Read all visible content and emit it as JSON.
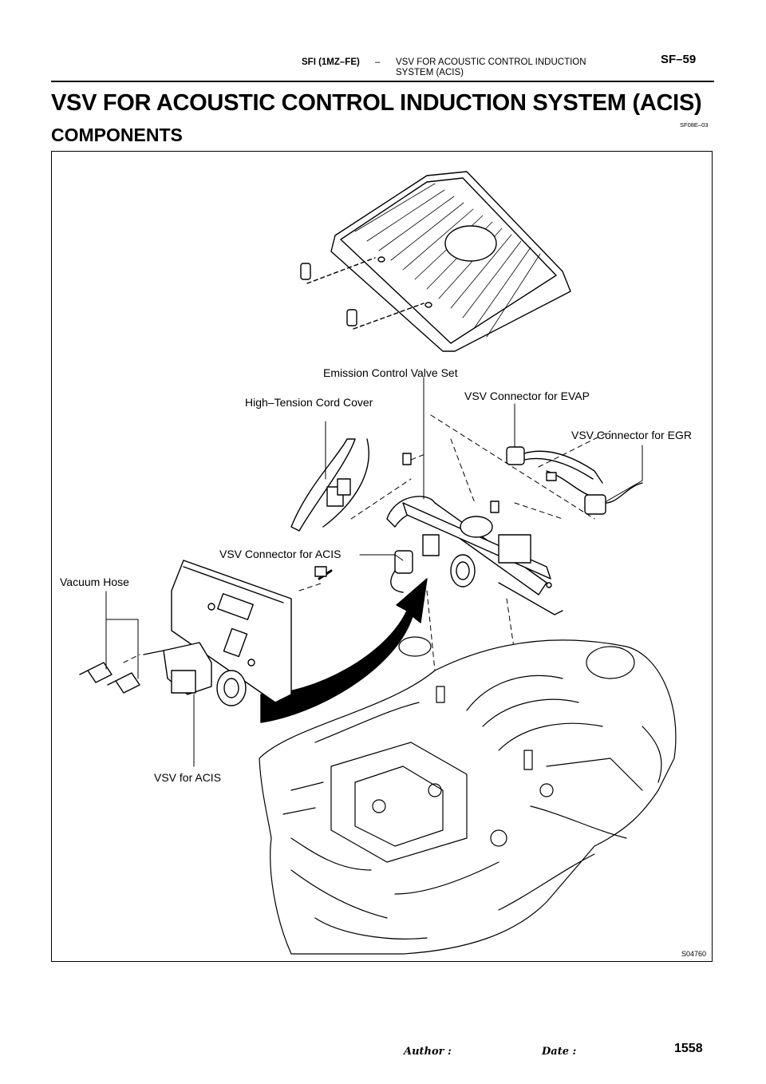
{
  "header": {
    "section": "SFI (1MZ–FE)",
    "dash": "–",
    "subsection_line1": "VSV FOR ACOUSTIC CONTROL INDUCTION",
    "subsection_line2": "SYSTEM (ACIS)",
    "page_code": "SF–59"
  },
  "title": "VSV FOR ACOUSTIC CONTROL INDUCTION SYSTEM (ACIS)",
  "subtitle": "COMPONENTS",
  "doc_code": "SF08E–03",
  "diagram": {
    "labels": {
      "emission_control_valve_set": "Emission Control Valve Set",
      "high_tension_cord_cover": "High–Tension Cord Cover",
      "vsv_connector_evap": "VSV Connector for EVAP",
      "vsv_connector_egr": "VSV Connector for EGR",
      "vsv_connector_acis": "VSV Connector for ACIS",
      "vacuum_hose": "Vacuum Hose",
      "vsv_for_acis": "VSV for ACIS"
    },
    "figure_id": "S04760"
  },
  "footer": {
    "author_label": "Author :",
    "date_label": "Date :",
    "page_number": "1558"
  }
}
